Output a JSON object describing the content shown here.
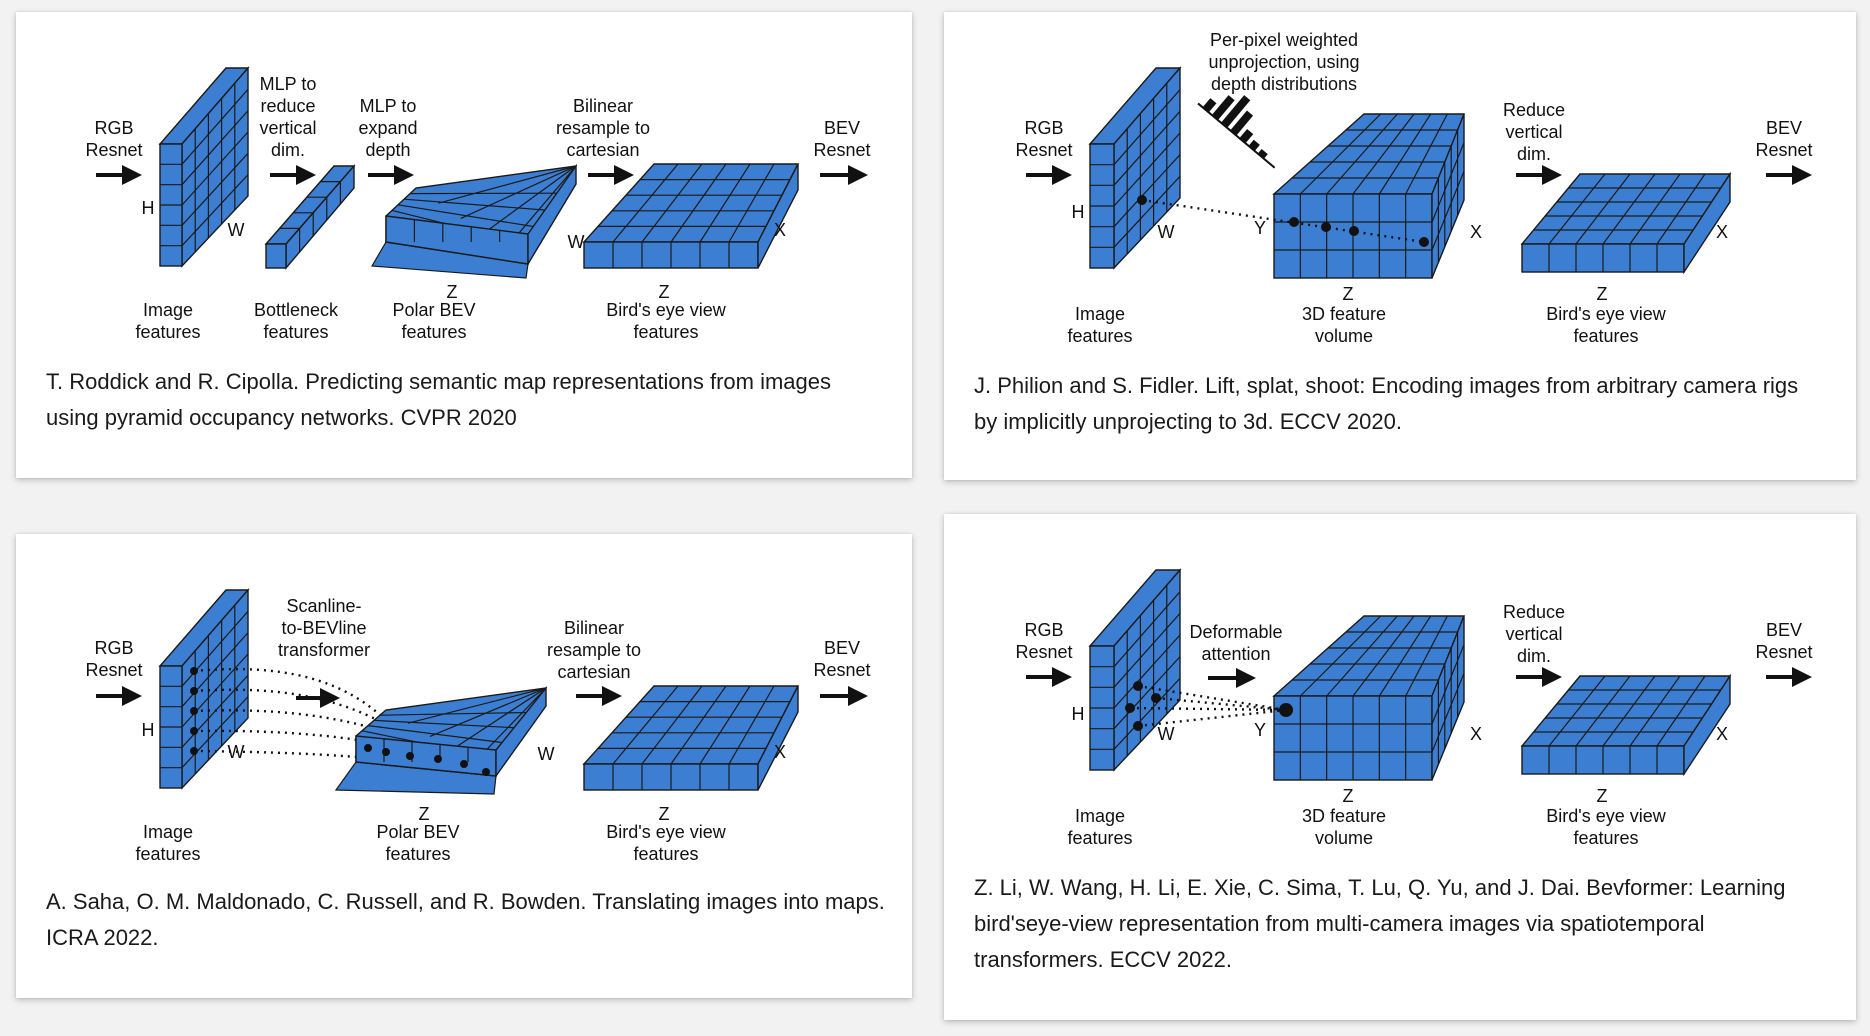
{
  "colors": {
    "block_blue": "#3c7fd2",
    "text": "#111111",
    "card_bg": "#ffffff",
    "page_bg": "#f2f2f2"
  },
  "cards": [
    {
      "labels": {
        "input": "RGB\nResnet",
        "step1": "MLP to\nreduce\nvertical\ndim.",
        "step2": "MLP to\nexpand\ndepth",
        "step3": "Bilinear\nresample to\ncartesian",
        "output": "BEV\nResnet",
        "cap1": "Image\nfeatures",
        "cap2": "Bottleneck\nfeatures",
        "cap3": "Polar BEV\nfeatures",
        "cap4": "Bird's eye view\nfeatures",
        "ax_h": "H",
        "ax_w1": "W",
        "ax_w2": "W",
        "ax_z1": "Z",
        "ax_z2": "Z",
        "ax_x": "X"
      },
      "citation": "T. Roddick and R. Cipolla. Predicting semantic map representations from images using pyramid occupancy networks. CVPR 2020"
    },
    {
      "labels": {
        "input": "RGB\nResnet",
        "step1": "Per-pixel weighted\nunprojection, using\ndepth distributions",
        "step2": "Reduce\nvertical\ndim.",
        "output": "BEV\nResnet",
        "cap1": "Image\nfeatures",
        "cap2": "3D feature\nvolume",
        "cap3": "Bird's eye view\nfeatures",
        "ax_h": "H",
        "ax_w": "W",
        "ax_y": "Y",
        "ax_x1": "X",
        "ax_z1": "Z",
        "ax_x2": "X",
        "ax_z2": "Z"
      },
      "citation": "J. Philion and S. Fidler. Lift, splat, shoot: Encoding images from arbitrary camera rigs by implicitly unprojecting to 3d. ECCV 2020."
    },
    {
      "labels": {
        "input": "RGB\nResnet",
        "step1": "Scanline-\nto-BEVline\ntransformer",
        "step2": "Bilinear\nresample to\ncartesian",
        "output": "BEV\nResnet",
        "cap1": "Image\nfeatures",
        "cap2": "Polar BEV\nfeatures",
        "cap3": "Bird's eye view\nfeatures",
        "ax_h": "H",
        "ax_w1": "W",
        "ax_w2": "W",
        "ax_z1": "Z",
        "ax_z2": "Z",
        "ax_x": "X"
      },
      "citation": "A. Saha, O. M. Maldonado, C. Russell, and R. Bowden. Translating images into maps. ICRA 2022."
    },
    {
      "labels": {
        "input": "RGB\nResnet",
        "step1": "Deformable\nattention",
        "step2": "Reduce\nvertical\ndim.",
        "output": "BEV\nResnet",
        "cap1": "Image\nfeatures",
        "cap2": "3D feature\nvolume",
        "cap3": "Bird's eye view\nfeatures",
        "ax_h": "H",
        "ax_w": "W",
        "ax_y": "Y",
        "ax_x1": "X",
        "ax_z1": "Z",
        "ax_x2": "X",
        "ax_z2": "Z"
      },
      "citation": "Z. Li, W. Wang, H. Li, E. Xie, C. Sima, T. Lu, Q. Yu, and J. Dai. Bevformer: Learning bird'seye-view representation from multi-camera images via spatiotemporal transformers. ECCV 2022."
    }
  ]
}
